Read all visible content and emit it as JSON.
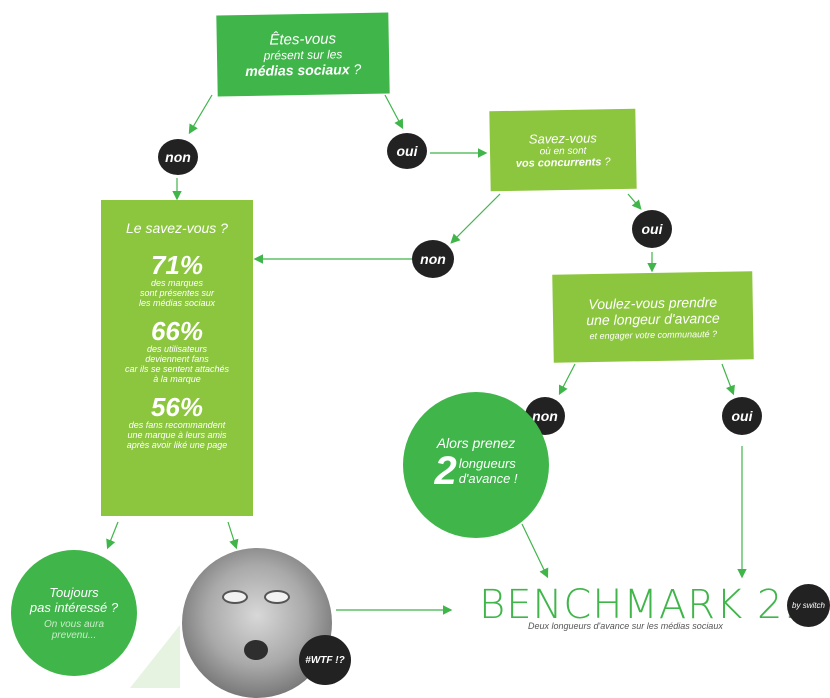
{
  "q1": {
    "line1": "Êtes-vous",
    "line2": "présent sur les",
    "line3_bold": "médias sociaux",
    "line3_tail": " ?"
  },
  "q2": {
    "line1": "Savez-vous",
    "line2": "où en sont",
    "line3_bold": "vos concurrents",
    "line3_tail": " ?"
  },
  "q3": {
    "line1": "Voulez-vous prendre",
    "line2": "une longeur d'avance",
    "line3": "et engager votre communauté ?"
  },
  "info": {
    "title": "Le savez-vous ?",
    "stats": [
      {
        "value": "71%",
        "lines": [
          "des marques",
          "sont présentes sur",
          "les médias sociaux"
        ]
      },
      {
        "value": "66%",
        "lines": [
          "des utilisateurs",
          "deviennent fans",
          "car ils se sentent attachés",
          "à la marque"
        ]
      },
      {
        "value": "56%",
        "lines": [
          "des fans recommandent",
          "une marque à leurs amis",
          "après avoir liké une page"
        ]
      }
    ]
  },
  "answers": {
    "non": "non",
    "oui": "oui"
  },
  "advance_circle": {
    "line1": "Alors prenez",
    "digit": "2",
    "line2": "longueurs",
    "line3": "d'avance !"
  },
  "toujours_circle": {
    "line1": "Toujours",
    "line2": "pas intéressé ?",
    "line3": "On vous aura",
    "line4": "prevenu..."
  },
  "wtf_badge": "#WTF !?",
  "benchmark": {
    "title": "BENCHMARK 2.0",
    "subtitle": "Deux longueurs d'avance sur les médias sociaux",
    "by_logo": "by switch"
  },
  "colors": {
    "dark_green": "#3fb54a",
    "light_green": "#8cc63f",
    "badge": "#222222",
    "photo_grey": "#8a8a8a"
  }
}
